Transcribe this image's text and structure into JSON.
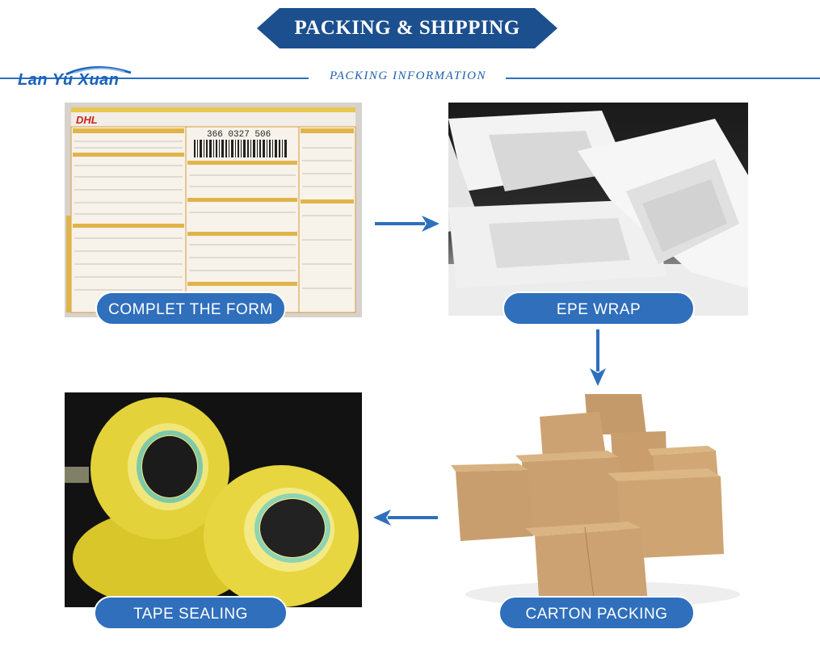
{
  "header": {
    "title": "PACKING & SHIPPING",
    "subtitle": "PACKING INFORMATION",
    "logo_text": "Lan Yu Xuan"
  },
  "steps": [
    {
      "label": "COMPLET THE FORM",
      "image": "shipping-form-photo"
    },
    {
      "label": "EPE WRAP",
      "image": "epe-foam-photo"
    },
    {
      "label": "CARTON PACKING",
      "image": "carton-boxes-photo"
    },
    {
      "label": "TAPE SEALING",
      "image": "tape-rolls-photo"
    }
  ],
  "form": {
    "tracking_number": "366 0327 506",
    "brand": "DHL"
  },
  "colors": {
    "accent": "#2f6fbc",
    "banner": "#1c4f8e",
    "rule": "#2b6fc0"
  }
}
